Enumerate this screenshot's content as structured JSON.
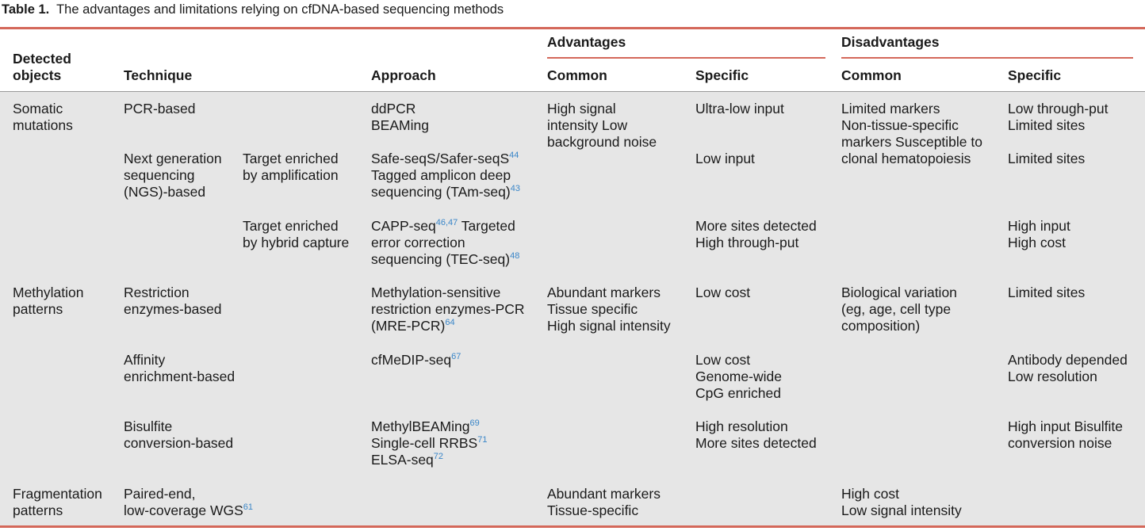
{
  "caption": {
    "label": "Table 1.",
    "text": "The advantages and limitations relying on cfDNA-based sequencing methods"
  },
  "header": {
    "detected_objects": [
      "Detected",
      "objects"
    ],
    "technique": "Technique",
    "approach": "Approach",
    "advantages": "Advantages",
    "disadvantages": "Disadvantages",
    "adv_common": "Common",
    "adv_specific": "Specific",
    "dis_common": "Common",
    "dis_specific": "Specific"
  },
  "colors": {
    "rule": "#d4685a",
    "body_bg": "#e6e6e6",
    "citation": "#3a86c8"
  },
  "rows": {
    "somatic": {
      "object": [
        "Somatic",
        "mutations"
      ],
      "pcr": {
        "technique": "PCR-based",
        "approach": [
          "ddPCR",
          "BEAMing"
        ],
        "adv_specific": "Ultra-low input",
        "dis_specific": [
          "Low through-put",
          "Limited sites"
        ]
      },
      "adv_common": [
        "High signal",
        "intensity Low",
        "background noise"
      ],
      "dis_common": [
        "Limited markers",
        "Non-tissue-specific",
        "markers Susceptible to",
        "clonal hematopoiesis"
      ],
      "ngs": {
        "technique": [
          "Next generation",
          "sequencing",
          "(NGS)-based"
        ],
        "amp": {
          "subtechnique": [
            "Target enriched",
            "by amplification"
          ],
          "approach": [
            {
              "text": "Safe-seqS/Safer-seqS",
              "ref": "44"
            },
            {
              "text": "Tagged amplicon deep"
            },
            {
              "text": "sequencing (TAm-seq)",
              "ref": "43"
            }
          ],
          "adv_specific": "Low input",
          "dis_specific": "Limited sites"
        },
        "hyb": {
          "subtechnique": [
            "Target enriched",
            "by hybrid capture"
          ],
          "approach": [
            {
              "text": "CAPP-seq",
              "ref": "46,47",
              "after": " Targeted"
            },
            {
              "text": "error correction"
            },
            {
              "text": "sequencing (TEC-seq)",
              "ref": "48"
            }
          ],
          "adv_specific": [
            "More sites detected",
            "High through-put"
          ],
          "dis_specific": [
            "High input",
            "High cost"
          ]
        }
      }
    },
    "methylation": {
      "object": [
        "Methylation",
        "patterns"
      ],
      "restriction": {
        "technique": [
          "Restriction",
          "enzymes-based"
        ],
        "approach": [
          {
            "text": "Methylation-sensitive"
          },
          {
            "text": "restriction enzymes-PCR"
          },
          {
            "text": "(MRE-PCR)",
            "ref": "64"
          }
        ],
        "adv_common": [
          "Abundant markers",
          "Tissue specific",
          "High signal intensity"
        ],
        "adv_specific": "Low cost",
        "dis_common": [
          "Biological variation",
          "(eg, age, cell type",
          "composition)"
        ],
        "dis_specific": "Limited sites"
      },
      "affinity": {
        "technique": [
          "Affinity",
          "enrichment-based"
        ],
        "approach": [
          {
            "text": "cfMeDIP-seq",
            "ref": "67"
          }
        ],
        "adv_specific": [
          "Low cost",
          "Genome-wide",
          "CpG enriched"
        ],
        "dis_specific": [
          "Antibody depended",
          "Low resolution"
        ]
      },
      "bisulfite": {
        "technique": [
          "Bisulfite",
          "conversion-based"
        ],
        "approach": [
          {
            "text": "MethylBEAMing",
            "ref": "69"
          },
          {
            "text": "Single-cell RRBS",
            "ref": "71"
          },
          {
            "text": "ELSA-seq",
            "ref": "72"
          }
        ],
        "adv_specific": [
          "High resolution",
          "More sites detected"
        ],
        "dis_specific": [
          "High input Bisulfite",
          "conversion noise"
        ]
      }
    },
    "fragmentation": {
      "object": [
        "Fragmentation",
        "patterns"
      ],
      "technique": [
        {
          "text": "Paired-end,"
        },
        {
          "text": "low-coverage WGS",
          "ref": "61"
        }
      ],
      "adv_common": [
        "Abundant markers",
        "Tissue-specific"
      ],
      "dis_common": [
        "High cost",
        "Low signal intensity"
      ]
    }
  }
}
